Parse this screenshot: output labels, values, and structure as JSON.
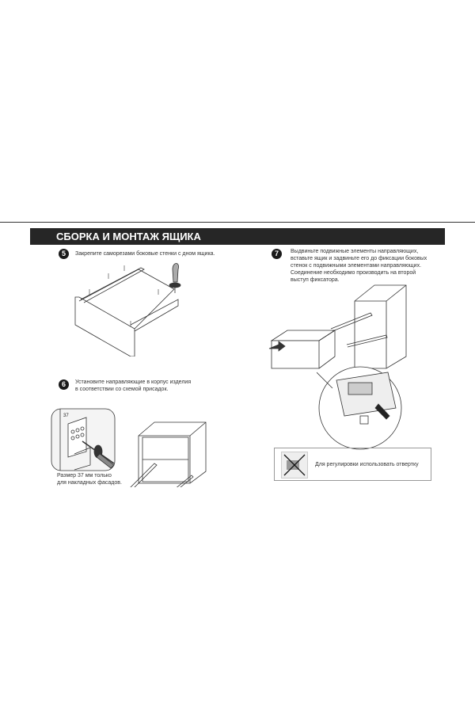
{
  "section_title": "СБОРКА И МОНТАЖ ЯЩИКА",
  "steps": [
    {
      "number": "5",
      "text": "Закрепите саморезами боковые стенки с дном ящика."
    },
    {
      "number": "6",
      "text_lines": [
        "Установите направляющие в корпус изделия",
        "в соответствии со схемой присадок."
      ]
    },
    {
      "number": "7",
      "text_lines": [
        "Выдвиньте подвижные элементы направляющих,",
        "вставьте ящик и задвиньте его до фиксации боковых",
        "стенок с подвижными элементами направляющих.",
        "Соединение необходимо производить на второй",
        "выступ фиксатора."
      ]
    }
  ],
  "dimension_label": "37",
  "caption_lines": [
    "Размер 37 мм только",
    "для накладных фасадов."
  ],
  "note": "Для регулировки использовать отвертку"
}
